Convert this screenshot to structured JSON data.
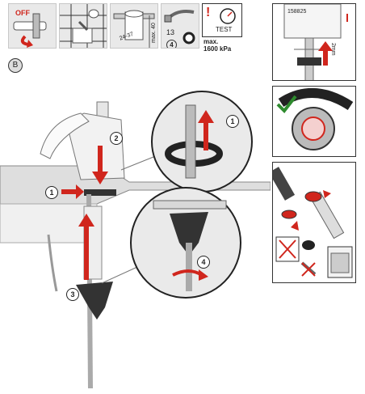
{
  "top_panels": {
    "off_label": "OFF",
    "dimension_range": "24-37",
    "dimension_max": "max. 40",
    "wrench_size": "13",
    "step_4_badge": "4",
    "test_label": "TEST",
    "pressure_label_1": "max.",
    "pressure_label_2": "1600 kPa"
  },
  "section_badge": "B",
  "callouts": {
    "step_1": "1",
    "step_2": "2",
    "step_3": "3",
    "step_4": "4",
    "zoom_1": "1"
  },
  "right_panels": {
    "part_number": "158825",
    "gap_label": "2mm"
  },
  "colors": {
    "arrow_red": "#d0261d",
    "check_green": "#2e8b2e",
    "dark_part": "#3a3a3a"
  }
}
